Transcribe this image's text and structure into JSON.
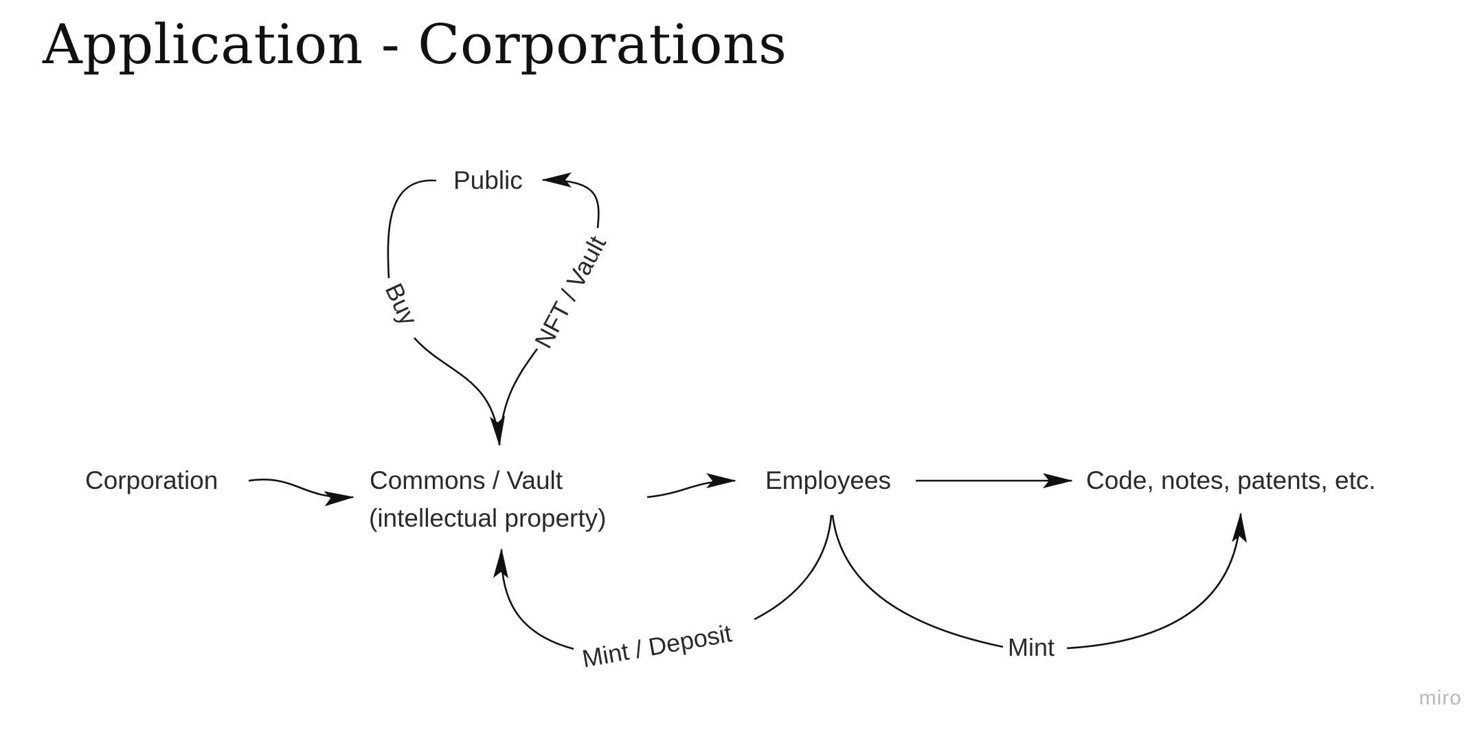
{
  "title": "Application - Corporations",
  "nodes": {
    "public": "Public",
    "corporation": "Corporation",
    "commons_line1": "Commons / Vault",
    "commons_line2": "(intellectual property)",
    "employees": "Employees",
    "outputs": "Code, notes, patents, etc."
  },
  "edges": {
    "buy": "Buy",
    "nft_vault": "NFT / Vault",
    "mint_deposit": "Mint / Deposit",
    "mint": "Mint"
  },
  "watermark": "miro"
}
